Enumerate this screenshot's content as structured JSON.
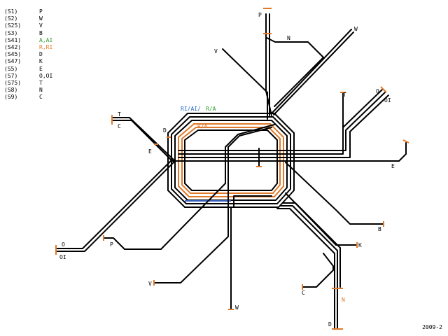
{
  "legend": {
    "rows": [
      {
        "code": "(S1)",
        "dest": "P"
      },
      {
        "code": "(S2)",
        "dest": "W"
      },
      {
        "code": "(S25)",
        "dest": "V"
      },
      {
        "code": "(S3)",
        "dest": "B"
      },
      {
        "code": "(S41)",
        "dest": "A,AI"
      },
      {
        "code": "(S42)",
        "dest": "R,RI"
      },
      {
        "code": "(S45)",
        "dest": "D"
      },
      {
        "code": "(S47)",
        "dest": "K"
      },
      {
        "code": "(S5)",
        "dest": "E"
      },
      {
        "code": "(S7)",
        "dest": "O,OI"
      },
      {
        "code": "(S75)",
        "dest": "T"
      },
      {
        "code": "(S8)",
        "dest": "N"
      },
      {
        "code": "(S9)",
        "dest": "C"
      }
    ]
  },
  "ring_labels": {
    "top_part1": "RI/AI/",
    "top_part2": "R/A",
    "inner": "R/A"
  },
  "terminals": {
    "P_north": "P",
    "N": "N",
    "W_ne": "W",
    "V_nw": "V",
    "T_ne": "T",
    "O_ne": "O",
    "OI_ne": "OI",
    "T_west": "T",
    "C_west": "C",
    "D_west": "D",
    "E_west": "E",
    "E_east": "E",
    "B": "B",
    "K": "K",
    "N_south": "N",
    "C_south": "C",
    "D_south": "D",
    "O_west": "O",
    "OI_west": "OI",
    "P_sw": "P",
    "V_sw": "V",
    "W_south": "W"
  },
  "colors": {
    "line": "#000000",
    "ring_orange": "#e07a2a",
    "ring_blue": "#3b66c4",
    "label_blue": "#2563c9",
    "label_green": "#2e9e2e",
    "label_orange": "#e07a2a",
    "background": "#ffffff"
  },
  "version": "2009-2"
}
